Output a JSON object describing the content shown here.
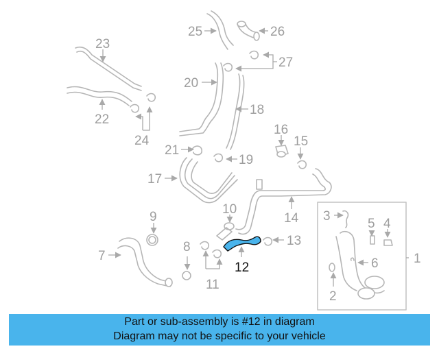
{
  "callouts": {
    "c1": "1",
    "c2": "2",
    "c3": "3",
    "c4": "4",
    "c5": "5",
    "c6": "6",
    "c7": "7",
    "c8": "8",
    "c9": "9",
    "c10": "10",
    "c11": "11",
    "c12": "12",
    "c13": "13",
    "c14": "14",
    "c15": "15",
    "c16": "16",
    "c17": "17",
    "c18": "18",
    "c19": "19",
    "c20": "20",
    "c21": "21",
    "c22": "22",
    "c23": "23",
    "c24": "24",
    "c25": "25",
    "c26": "26",
    "c27": "27"
  },
  "highlighted_part": "12",
  "colors": {
    "highlight": "#49b4ec",
    "banner": "#49b4ec",
    "line": "#b5b5b5"
  },
  "banner": {
    "line1": "Part or sub-assembly is #12 in diagram",
    "line2": "Diagram may not be specific to your vehicle"
  }
}
